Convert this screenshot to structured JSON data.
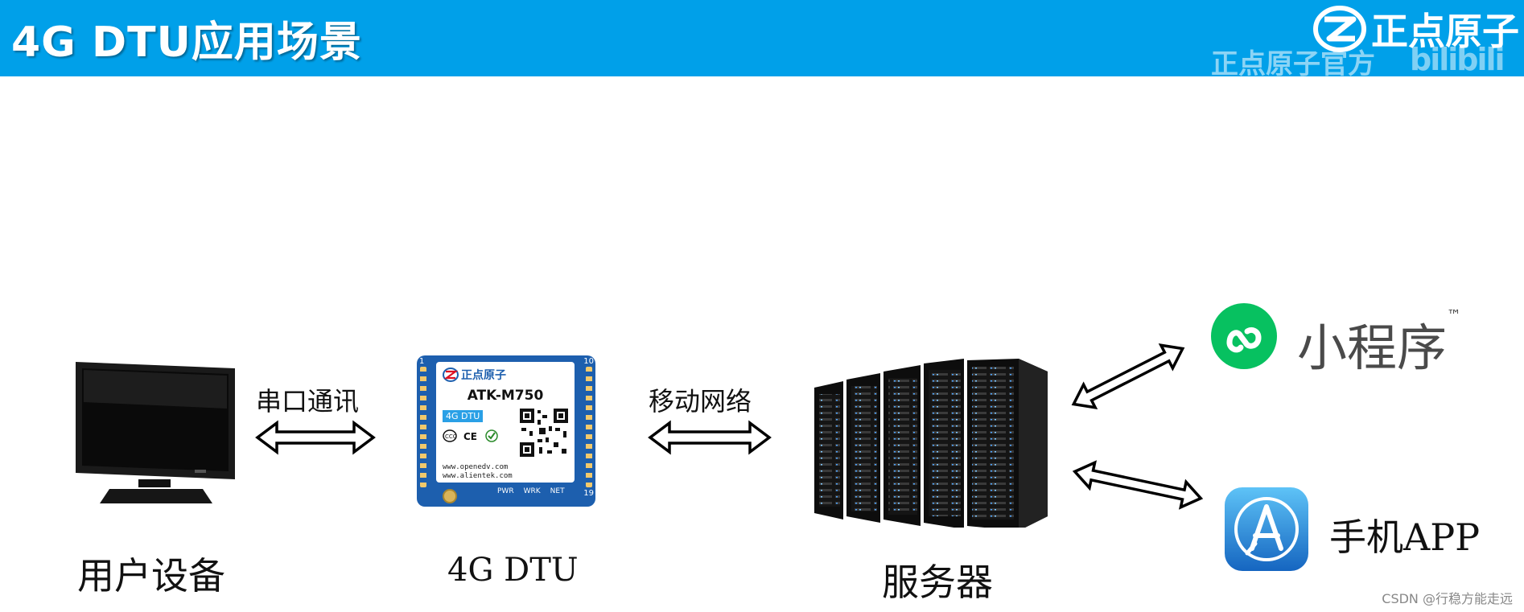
{
  "header": {
    "title": "4G DTU应用场景",
    "brand": "正点原子",
    "watermark": "正点原子官方",
    "watermark_site": "bilibili"
  },
  "nodes": {
    "user_device": "用户设备",
    "dtu": "4G DTU",
    "server": "服务器",
    "mini_program": "小程序",
    "mini_program_tm": "™",
    "mobile_app": "手机APP"
  },
  "links": {
    "serial": "串口通讯",
    "mobile_network": "移动网络"
  },
  "dtu_board": {
    "brand": "正点原子",
    "model": "ATK-M750",
    "badge": "4G DTU",
    "url1": "www.openedv.com",
    "url2": "www.alientek.com",
    "pin_left_top": "1",
    "pin_right_top": "10",
    "pin_right_bottom": "19",
    "led1": "PWR",
    "led2": "WRK",
    "led3": "NET"
  },
  "footer": "CSDN @行稳方能走远",
  "colors": {
    "header_bg": "#00a0e9",
    "board_blue": "#1d5fae",
    "wechat_green": "#07c160",
    "appstore_blue": "#1e88e5"
  }
}
